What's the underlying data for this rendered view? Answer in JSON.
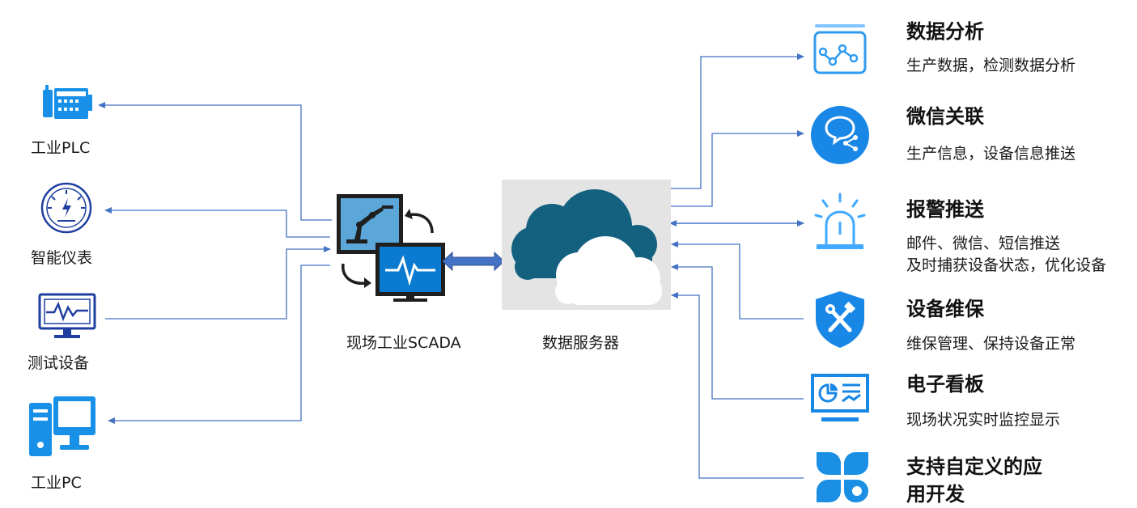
{
  "devices": {
    "plc": "工业PLC",
    "meter": "智能仪表",
    "test": "测试设备",
    "pc": "工业PC"
  },
  "center": {
    "scada": "现场工业SCADA",
    "server": "数据服务器"
  },
  "features": [
    {
      "title": "数据分析",
      "desc_lines": [
        "生产数据，检测数据分析"
      ]
    },
    {
      "title": "微信关联",
      "desc_lines": [
        "生产信息，设备信息推送"
      ]
    },
    {
      "title": "报警推送",
      "desc_lines": [
        "邮件、微信、短信推送",
        "及时捕获设备状态，优化设备"
      ]
    },
    {
      "title": "设备维保",
      "desc_lines": [
        "维保管理、保持设备正常"
      ]
    },
    {
      "title": "电子看板",
      "desc_lines": [
        "现场状况实时监控显示"
      ]
    },
    {
      "title_lines": [
        "支持自定义的应",
        "用开发"
      ],
      "desc_lines": []
    }
  ],
  "colors": {
    "wire": "#4472c4",
    "icon_blue": "#1890e8",
    "icon_light": "#40a9ff",
    "cloud_dark": "#14617f",
    "server_bg": "#e4e4e4",
    "scada_screen": "#5ba7d9",
    "scada_frame": "#1f1f1f"
  },
  "icons": {
    "plc": "plc-module-icon",
    "meter": "gauge-icon",
    "test": "monitor-waveform-icon",
    "pc": "desktop-pc-icon",
    "scada": "robot-arm-monitor-icon",
    "server": "cloud-server-icon",
    "f0": "line-chart-icon",
    "f1": "wechat-share-icon",
    "f2": "alarm-beacon-icon",
    "f3": "tools-shield-icon",
    "f4": "dashboard-board-icon",
    "f5": "clover-apps-icon"
  }
}
